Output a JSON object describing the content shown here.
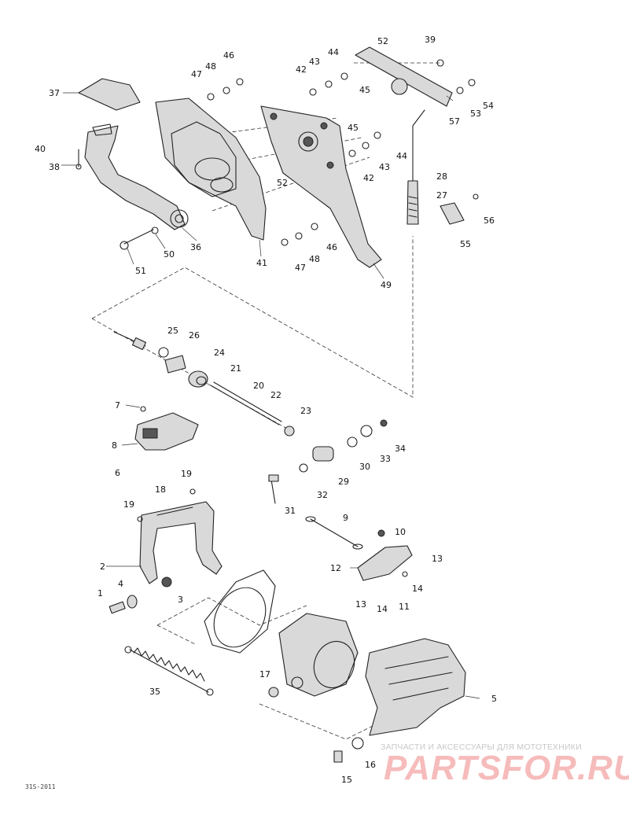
{
  "diagram": {
    "code": "31S-2011",
    "callouts": [
      {
        "id": "c37",
        "text": "37"
      },
      {
        "id": "c40",
        "text": "40"
      },
      {
        "id": "c38",
        "text": "38"
      },
      {
        "id": "c47a",
        "text": "47"
      },
      {
        "id": "c48a",
        "text": "48"
      },
      {
        "id": "c46a",
        "text": "46"
      },
      {
        "id": "c42a",
        "text": "42"
      },
      {
        "id": "c43a",
        "text": "43"
      },
      {
        "id": "c44a",
        "text": "44"
      },
      {
        "id": "c45a",
        "text": "45"
      },
      {
        "id": "c52a",
        "text": "52"
      },
      {
        "id": "c39",
        "text": "39"
      },
      {
        "id": "c54",
        "text": "54"
      },
      {
        "id": "c53",
        "text": "53"
      },
      {
        "id": "c57",
        "text": "57"
      },
      {
        "id": "c45b",
        "text": "45"
      },
      {
        "id": "c44b",
        "text": "44"
      },
      {
        "id": "c43b",
        "text": "43"
      },
      {
        "id": "c42b",
        "text": "42"
      },
      {
        "id": "c28",
        "text": "28"
      },
      {
        "id": "c27",
        "text": "27"
      },
      {
        "id": "c56",
        "text": "56"
      },
      {
        "id": "c55",
        "text": "55"
      },
      {
        "id": "c52b",
        "text": "52"
      },
      {
        "id": "c36",
        "text": "36"
      },
      {
        "id": "c50",
        "text": "50"
      },
      {
        "id": "c51",
        "text": "51"
      },
      {
        "id": "c41",
        "text": "41"
      },
      {
        "id": "c47b",
        "text": "47"
      },
      {
        "id": "c48b",
        "text": "48"
      },
      {
        "id": "c46b",
        "text": "46"
      },
      {
        "id": "c49",
        "text": "49"
      },
      {
        "id": "c25",
        "text": "25"
      },
      {
        "id": "c26",
        "text": "26"
      },
      {
        "id": "c24",
        "text": "24"
      },
      {
        "id": "c21",
        "text": "21"
      },
      {
        "id": "c20",
        "text": "20"
      },
      {
        "id": "c22",
        "text": "22"
      },
      {
        "id": "c7",
        "text": "7"
      },
      {
        "id": "c8",
        "text": "8"
      },
      {
        "id": "c23",
        "text": "23"
      },
      {
        "id": "c29",
        "text": "29"
      },
      {
        "id": "c30",
        "text": "30"
      },
      {
        "id": "c33",
        "text": "33"
      },
      {
        "id": "c34",
        "text": "34"
      },
      {
        "id": "c6",
        "text": "6"
      },
      {
        "id": "c19a",
        "text": "19"
      },
      {
        "id": "c18",
        "text": "18"
      },
      {
        "id": "c32",
        "text": "32"
      },
      {
        "id": "c31",
        "text": "31"
      },
      {
        "id": "c19b",
        "text": "19"
      },
      {
        "id": "c9",
        "text": "9"
      },
      {
        "id": "c10",
        "text": "10"
      },
      {
        "id": "c13a",
        "text": "13"
      },
      {
        "id": "c12",
        "text": "12"
      },
      {
        "id": "c2",
        "text": "2"
      },
      {
        "id": "c14a",
        "text": "14"
      },
      {
        "id": "c13b",
        "text": "13"
      },
      {
        "id": "c14b",
        "text": "14"
      },
      {
        "id": "c11",
        "text": "11"
      },
      {
        "id": "c1",
        "text": "1"
      },
      {
        "id": "c4",
        "text": "4"
      },
      {
        "id": "c3",
        "text": "3"
      },
      {
        "id": "c35",
        "text": "35"
      },
      {
        "id": "c17",
        "text": "17"
      },
      {
        "id": "c5",
        "text": "5"
      },
      {
        "id": "c16",
        "text": "16"
      },
      {
        "id": "c15",
        "text": "15"
      }
    ]
  },
  "watermark": {
    "tagline": "ЗАПЧАСТИ И АКСЕССУАРЫ ДЛЯ МОТОТЕХНИКИ",
    "logo": "PARTSFOR.RU"
  }
}
